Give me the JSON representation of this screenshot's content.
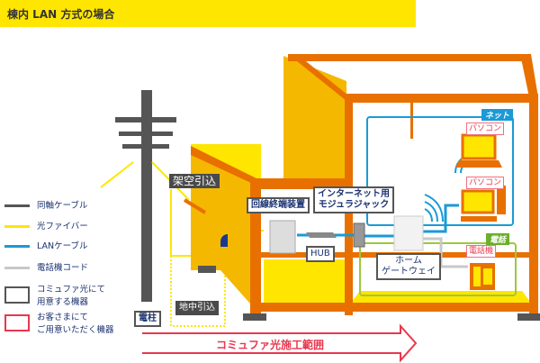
{
  "title": "棟内 LAN 方式の場合",
  "labels": {
    "overhead": "架空引込",
    "underground": "地中引込",
    "pole": "電柱",
    "ont": "回線終端装置",
    "hub": "HUB",
    "jack_line1": "インターネット用",
    "jack_line2": "モジュラジャック",
    "gateway_line1": "ホーム",
    "gateway_line2": "ゲートウェイ",
    "pc1": "パソコン",
    "pc2": "パソコン",
    "phone": "電話機",
    "net_tag": "ネット",
    "tel_tag": "電話"
  },
  "legend": [
    {
      "label": "同軸ケーブル",
      "color": "#555555"
    },
    {
      "label": "光ファイバー",
      "color": "#ffe600"
    },
    {
      "label": "LANケーブル",
      "color": "#1a9ad6"
    },
    {
      "label": "電話機コード",
      "color": "#c8c8c8"
    },
    {
      "label1": "コミュファ光にて",
      "label2": "用意する機器",
      "color": "#555555"
    },
    {
      "label1": "お客さまにて",
      "label2": "ご用意いただく機器",
      "color": "#e8384f"
    }
  ],
  "scope_arrow": "コミュファ光施工範囲"
}
